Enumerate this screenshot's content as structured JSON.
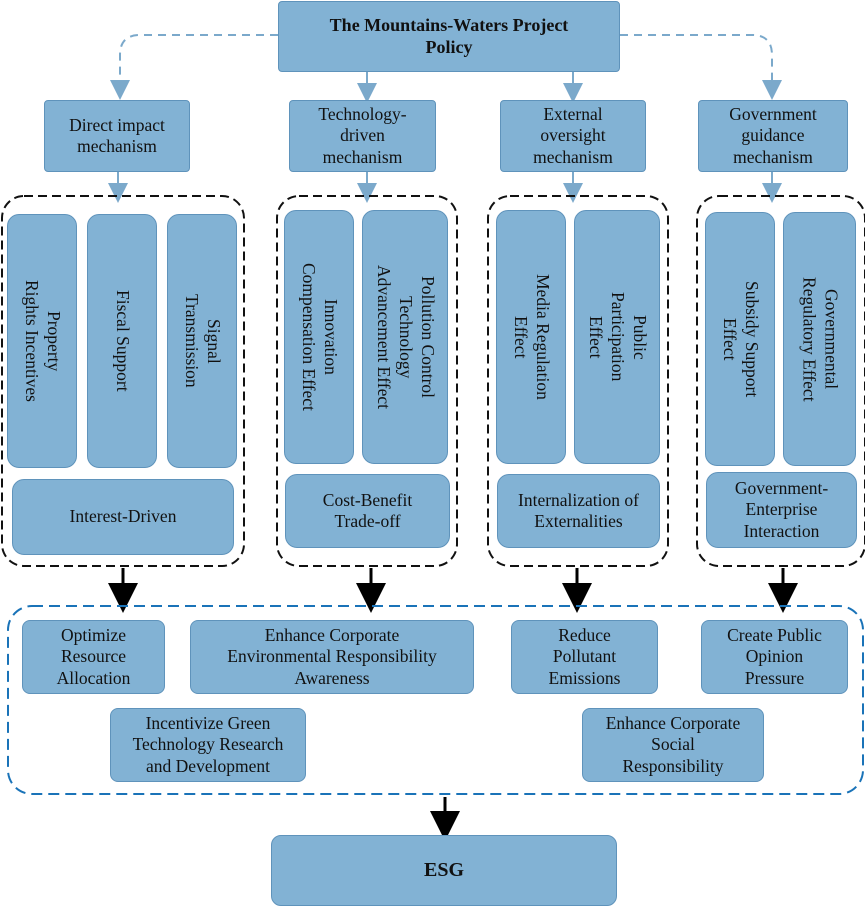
{
  "colors": {
    "box_fill": "#82b2d4",
    "box_border": "#5f93bb",
    "dashed_outline": "#1a73b8",
    "connector": "#7ba9cb",
    "arrow": "#000000"
  },
  "title": "The Mountains-Waters Project\nPolicy",
  "mechanisms": [
    {
      "label": "Direct impact\nmechanism",
      "effects": [
        "Property\nRights Incentives",
        "Fiscal Support",
        "Signal\nTransmission"
      ],
      "summary": "Interest-Driven"
    },
    {
      "label": "Technology-\ndriven\nmechanism",
      "effects": [
        "Innovation\nCompensation Effect",
        "Pollution Control\nTechnology\nAdvancement Effect"
      ],
      "summary": "Cost-Benefit\nTrade-off"
    },
    {
      "label": "External\noversight\nmechanism",
      "effects": [
        "Media Regulation\nEffect",
        "Public\nParticipation\nEffect"
      ],
      "summary": "Internalization of\nExternalities"
    },
    {
      "label": "Government\nguidance\nmechanism",
      "effects": [
        "Subsidy Support\nEffect",
        "Governmental\nRegulatory Effect"
      ],
      "summary": "Government-\nEnterprise\nInteraction"
    }
  ],
  "outcomes": [
    "Optimize\nResource\nAllocation",
    "Enhance Corporate\nEnvironmental Responsibility\nAwareness",
    "Reduce\nPollutant\nEmissions",
    "Create Public\nOpinion\nPressure",
    "Incentivize Green\nTechnology Research\nand Development",
    "Enhance Corporate\nSocial\nResponsibility"
  ],
  "result": "ESG"
}
